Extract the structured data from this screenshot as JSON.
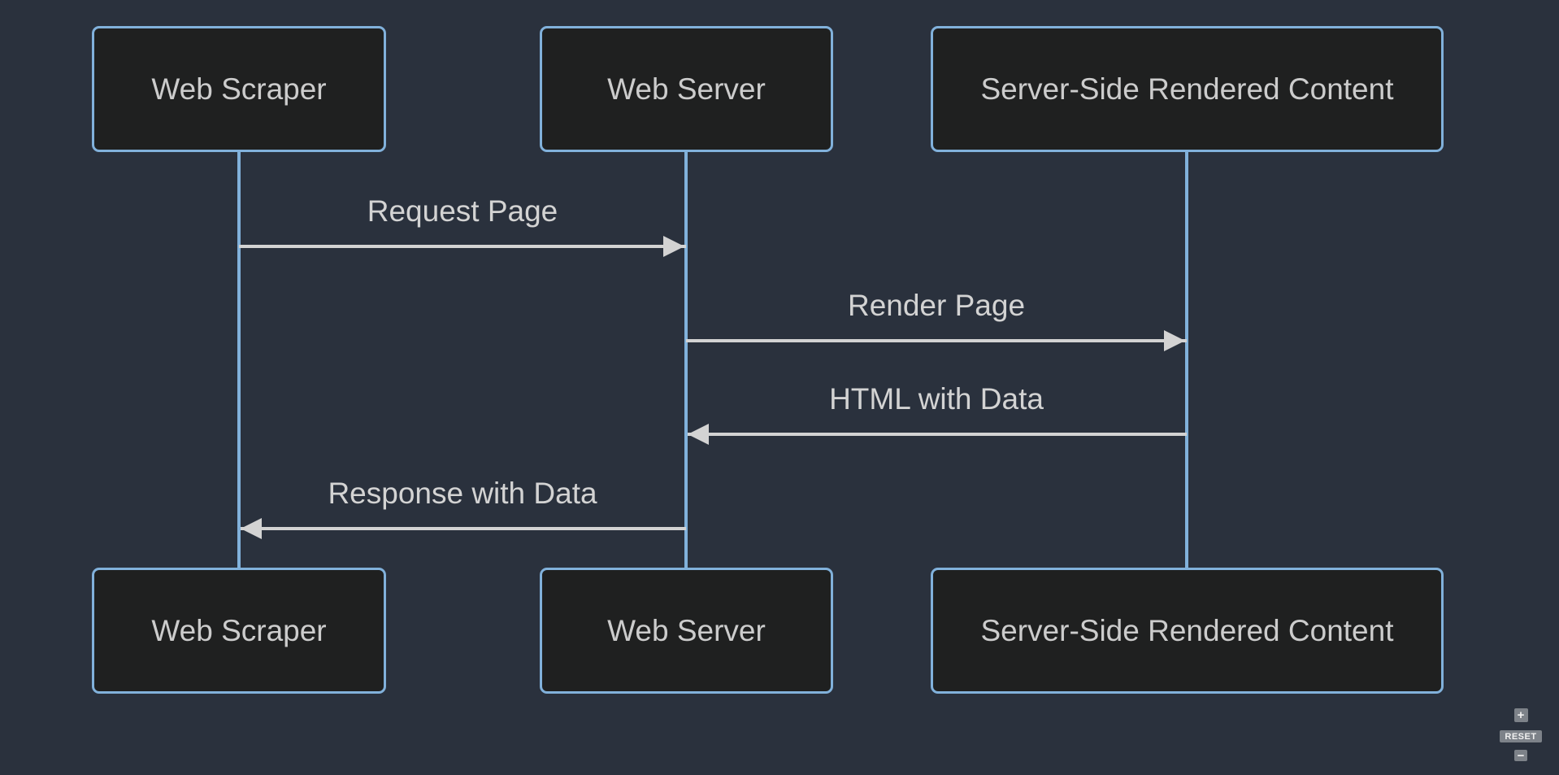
{
  "diagram": {
    "type": "sequence",
    "actors": [
      {
        "label": "Web Scraper"
      },
      {
        "label": "Web Server"
      },
      {
        "label": "Server-Side Rendered Content"
      }
    ],
    "messages": [
      {
        "from": "Web Scraper",
        "to": "Web Server",
        "label": "Request Page",
        "direction": "right"
      },
      {
        "from": "Web Server",
        "to": "Server-Side Rendered Content",
        "label": "Render Page",
        "direction": "right"
      },
      {
        "from": "Server-Side Rendered Content",
        "to": "Web Server",
        "label": "HTML with Data",
        "direction": "left"
      },
      {
        "from": "Web Server",
        "to": "Web Scraper",
        "label": "Response with Data",
        "direction": "left"
      }
    ]
  },
  "zoom_controls": {
    "zoom_in_label": "+",
    "reset_label": "RESET",
    "zoom_out_label": "−"
  },
  "colors": {
    "background": "#2a313d",
    "actor_fill": "#1f2020",
    "actor_border": "#81b1db",
    "actor_text": "#cccccc",
    "lifeline": "#81b1db",
    "signal": "#d3d3d3",
    "signal_text": "#d3d3d3",
    "control_button_bg": "#7d8289",
    "control_button_text": "#f0f0f0"
  }
}
